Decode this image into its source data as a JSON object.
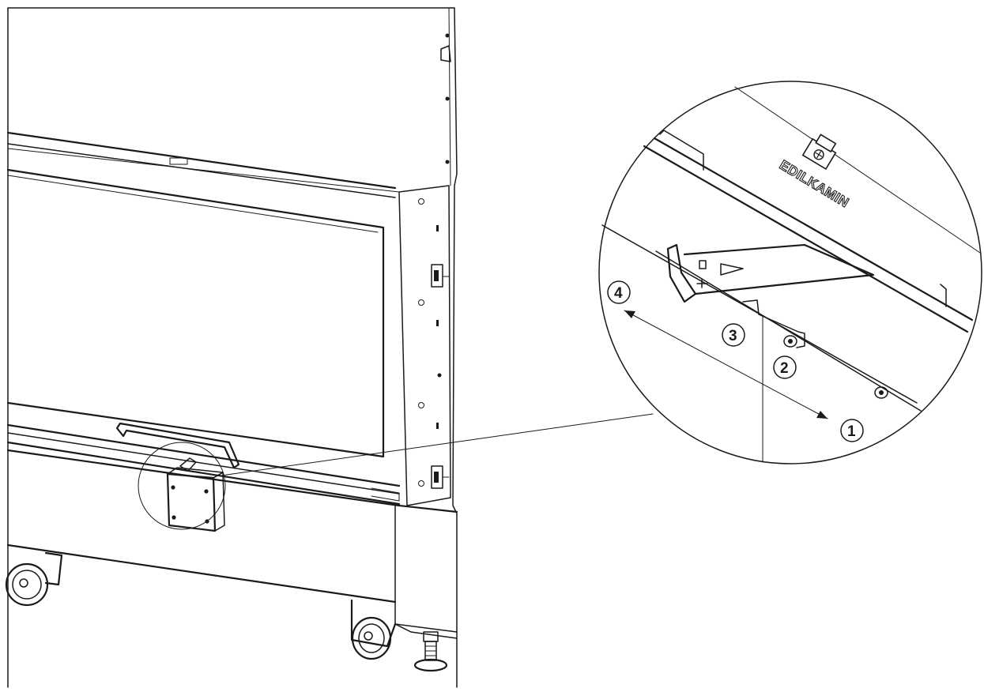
{
  "brand": {
    "name": "EDILKAMIN",
    "logo_icon": "edilkamin-flame-logo-icon"
  },
  "callouts": [
    {
      "id": "1",
      "label": "1"
    },
    {
      "id": "2",
      "label": "2"
    },
    {
      "id": "3",
      "label": "3"
    },
    {
      "id": "4",
      "label": "4"
    }
  ],
  "colors": {
    "line": "#1a1a1a",
    "background": "#ffffff"
  }
}
